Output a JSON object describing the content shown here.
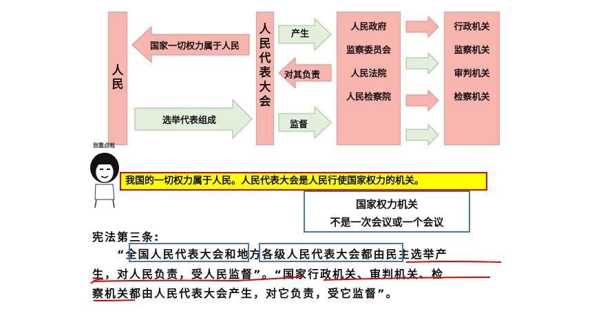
{
  "people": {
    "label": "人\n民"
  },
  "congress": {
    "label": "人\n民\n代\n表\n大\n会"
  },
  "arrows": {
    "power_belongs": "国家一切权力属于人民",
    "elect": "选举代表组成",
    "produce": "产生",
    "responsible": "对其负责",
    "supervise": "监督"
  },
  "organs": [
    "人民政府",
    "监察委员会",
    "人民法院",
    "人民检察院"
  ],
  "organ_types": [
    "行政机关",
    "监察机关",
    "审判机关",
    "检察机关"
  ],
  "avatar_caption": "划重点啦",
  "highlight_text": "我国的一切权力属于人民。人民代表大会是人民行使国家权力的机关。",
  "note": {
    "line1": "国家权力机关",
    "line2": "不是一次会议或一个会议"
  },
  "constitution": {
    "title": "宪法第三条:",
    "line1_a": "“全国人民代表大会",
    "line1_b": "和",
    "line1_c": "地方各级人民代表大会",
    "line1_d": "都由民主选举产",
    "line2": "生，对人民负责，受人民监督”。“国家行政机关、审判机关、检",
    "line3": "察机关都由人民代表大会产生，对它负责，受它监督”。"
  },
  "colors": {
    "pink": "#f7b5ae",
    "arrow_green": "#e2efda",
    "highlight": "#ffff00",
    "blue": "#4472c4",
    "red": "#e60000"
  }
}
